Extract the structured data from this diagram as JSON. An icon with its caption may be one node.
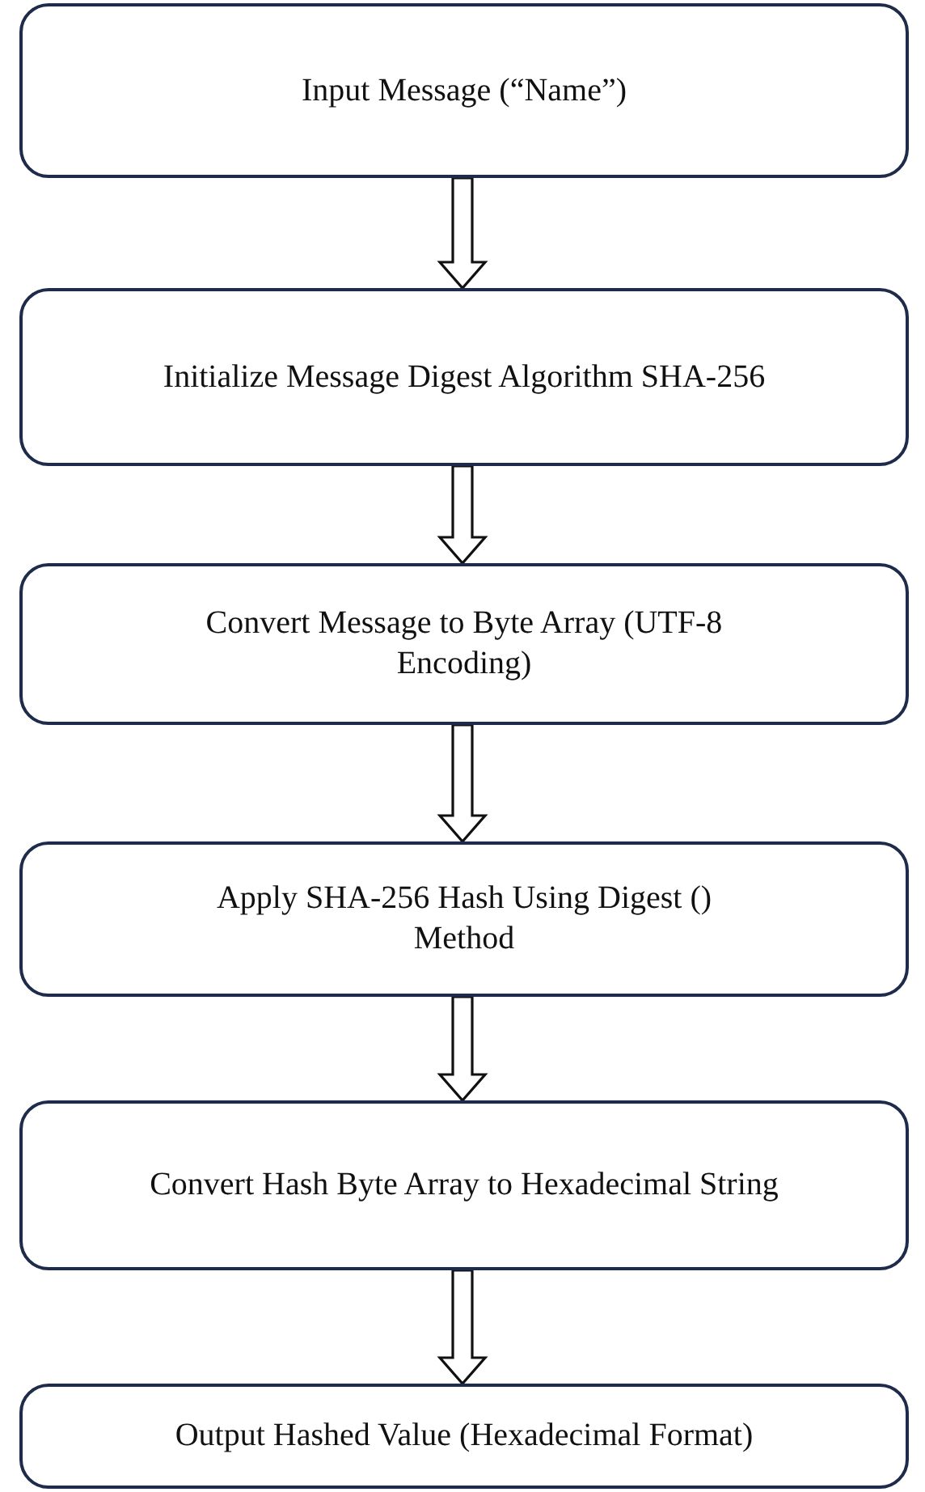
{
  "diagram": {
    "nodes": [
      {
        "text": [
          "Input Message (“Name”)"
        ]
      },
      {
        "text": [
          "Initialize Message Digest Algorithm SHA-256"
        ]
      },
      {
        "text": [
          "Convert Message to Byte Array (UTF-8 Encoding)"
        ]
      },
      {
        "text": [
          "Apply SHA-256 Hash Using Digest () Method"
        ]
      },
      {
        "text": [
          "Convert Hash Byte Array to Hexadecimal String"
        ]
      },
      {
        "text": [
          "Output Hashed Value (Hexadecimal Format)"
        ]
      }
    ],
    "edges": [
      {
        "from": 0,
        "to": 1,
        "arrow": "to"
      },
      {
        "from": 1,
        "to": 2,
        "arrow": "to"
      },
      {
        "from": 2,
        "to": 3,
        "arrow": "to"
      },
      {
        "from": 3,
        "to": 4,
        "arrow": "to"
      },
      {
        "from": 4,
        "to": 5,
        "arrow": "to"
      }
    ]
  }
}
